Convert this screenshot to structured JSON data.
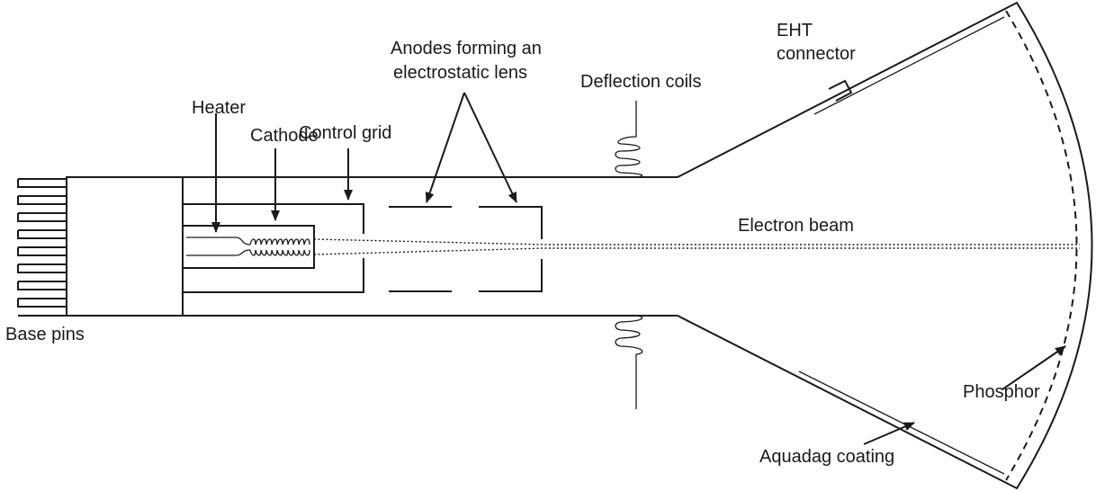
{
  "diagram": {
    "labels": {
      "heater": "Heater",
      "cathode": "Cathode",
      "control_grid": "Control grid",
      "anodes_line1": "Anodes forming an",
      "anodes_line2": "electrostatic lens",
      "deflection_coils": "Deflection coils",
      "eht_line1": "EHT",
      "eht_line2": "connector",
      "electron_beam": "Electron beam",
      "base_pins": "Base pins",
      "phosphor": "Phosphor",
      "aquadag": "Aquadag coating"
    },
    "line_color": "#1a1a1a",
    "background": "#ffffff"
  }
}
